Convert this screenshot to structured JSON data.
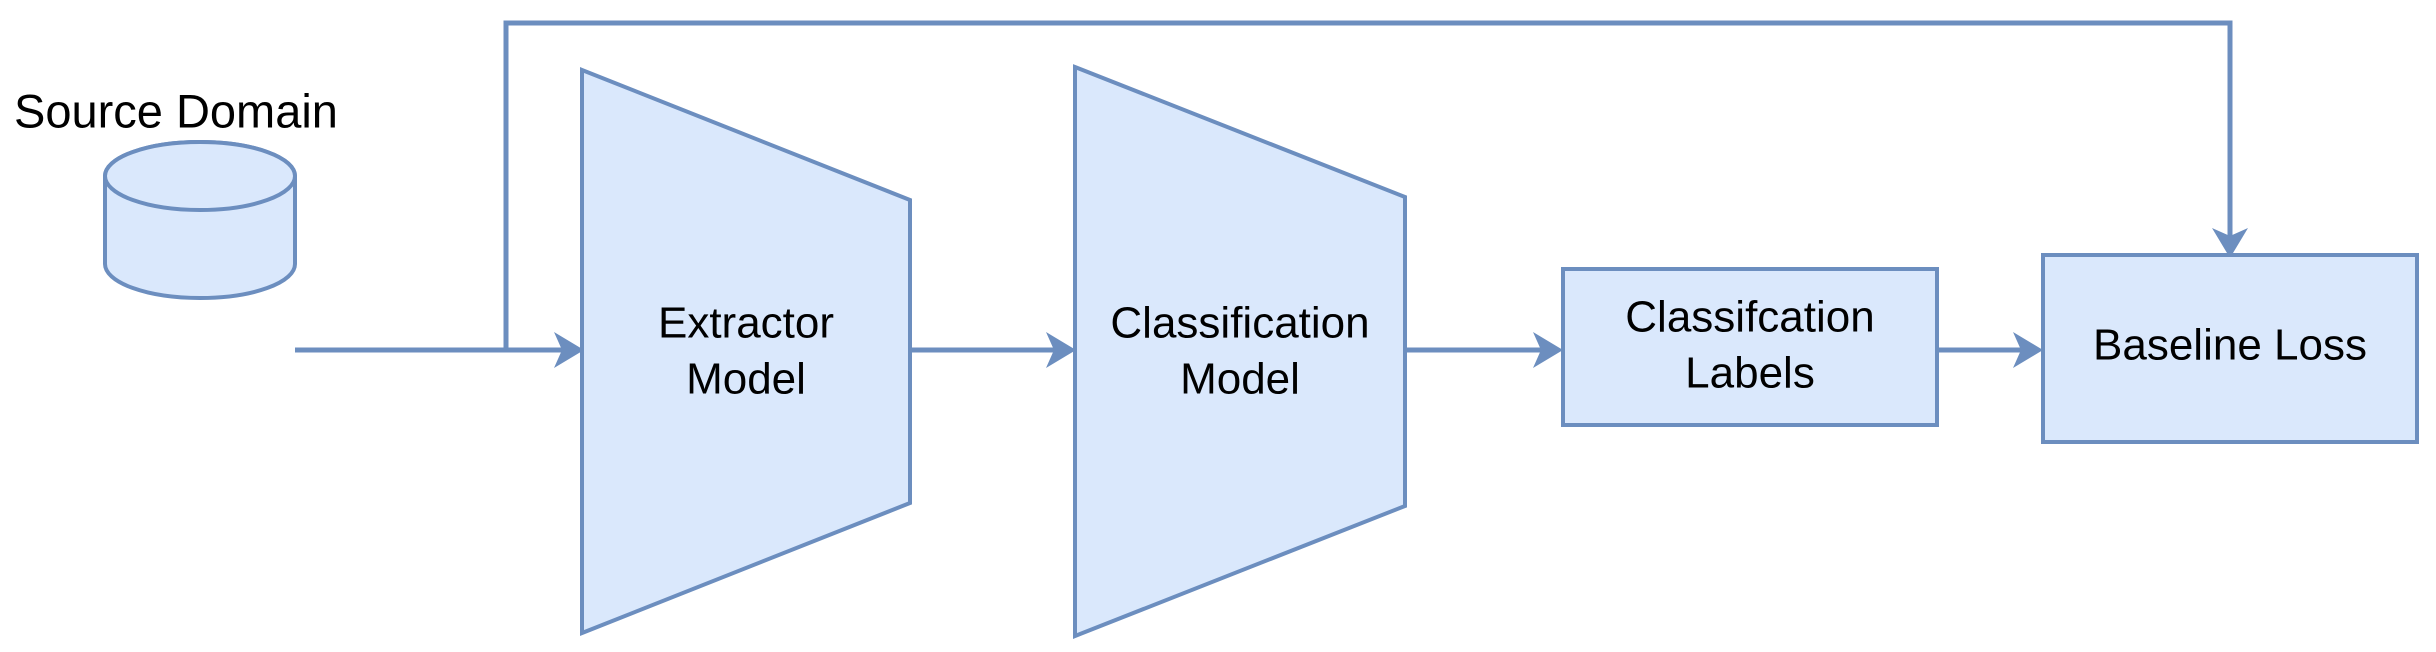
{
  "diagram": {
    "title_label": "Source Domain",
    "background_color": "#ffffff",
    "shape_fill_color": "#dae8fc",
    "shape_stroke_color": "#6c8ebf",
    "edge_color": "#6c8ebf",
    "text_color": "#000000",
    "nodes": [
      {
        "id": "source-domain",
        "shape": "cylinder",
        "label": "",
        "caption": "Source Domain"
      },
      {
        "id": "extractor-model",
        "shape": "trapezoid",
        "label_line1": "Extractor",
        "label_line2": "Model"
      },
      {
        "id": "classification-model",
        "shape": "trapezoid",
        "label_line1": "Classification",
        "label_line2": "Model"
      },
      {
        "id": "classification-labels",
        "shape": "rectangle",
        "label_line1": "Classifcation",
        "label_line2": "Labels"
      },
      {
        "id": "baseline-loss",
        "shape": "rectangle",
        "label_line1": "Baseline Loss",
        "label_line2": ""
      }
    ],
    "edges": [
      {
        "id": "edge-source-to-extractor",
        "from": "source-domain",
        "to": "extractor-model",
        "label": ""
      },
      {
        "id": "edge-extractor-to-classification",
        "from": "extractor-model",
        "to": "classification-model",
        "label": ""
      },
      {
        "id": "edge-classification-to-labels",
        "from": "classification-model",
        "to": "classification-labels",
        "label": ""
      },
      {
        "id": "edge-labels-to-loss",
        "from": "classification-labels",
        "to": "baseline-loss",
        "label": ""
      },
      {
        "id": "edge-feedback-to-loss",
        "from": "source-domain",
        "to": "baseline-loss",
        "label": ""
      }
    ]
  }
}
